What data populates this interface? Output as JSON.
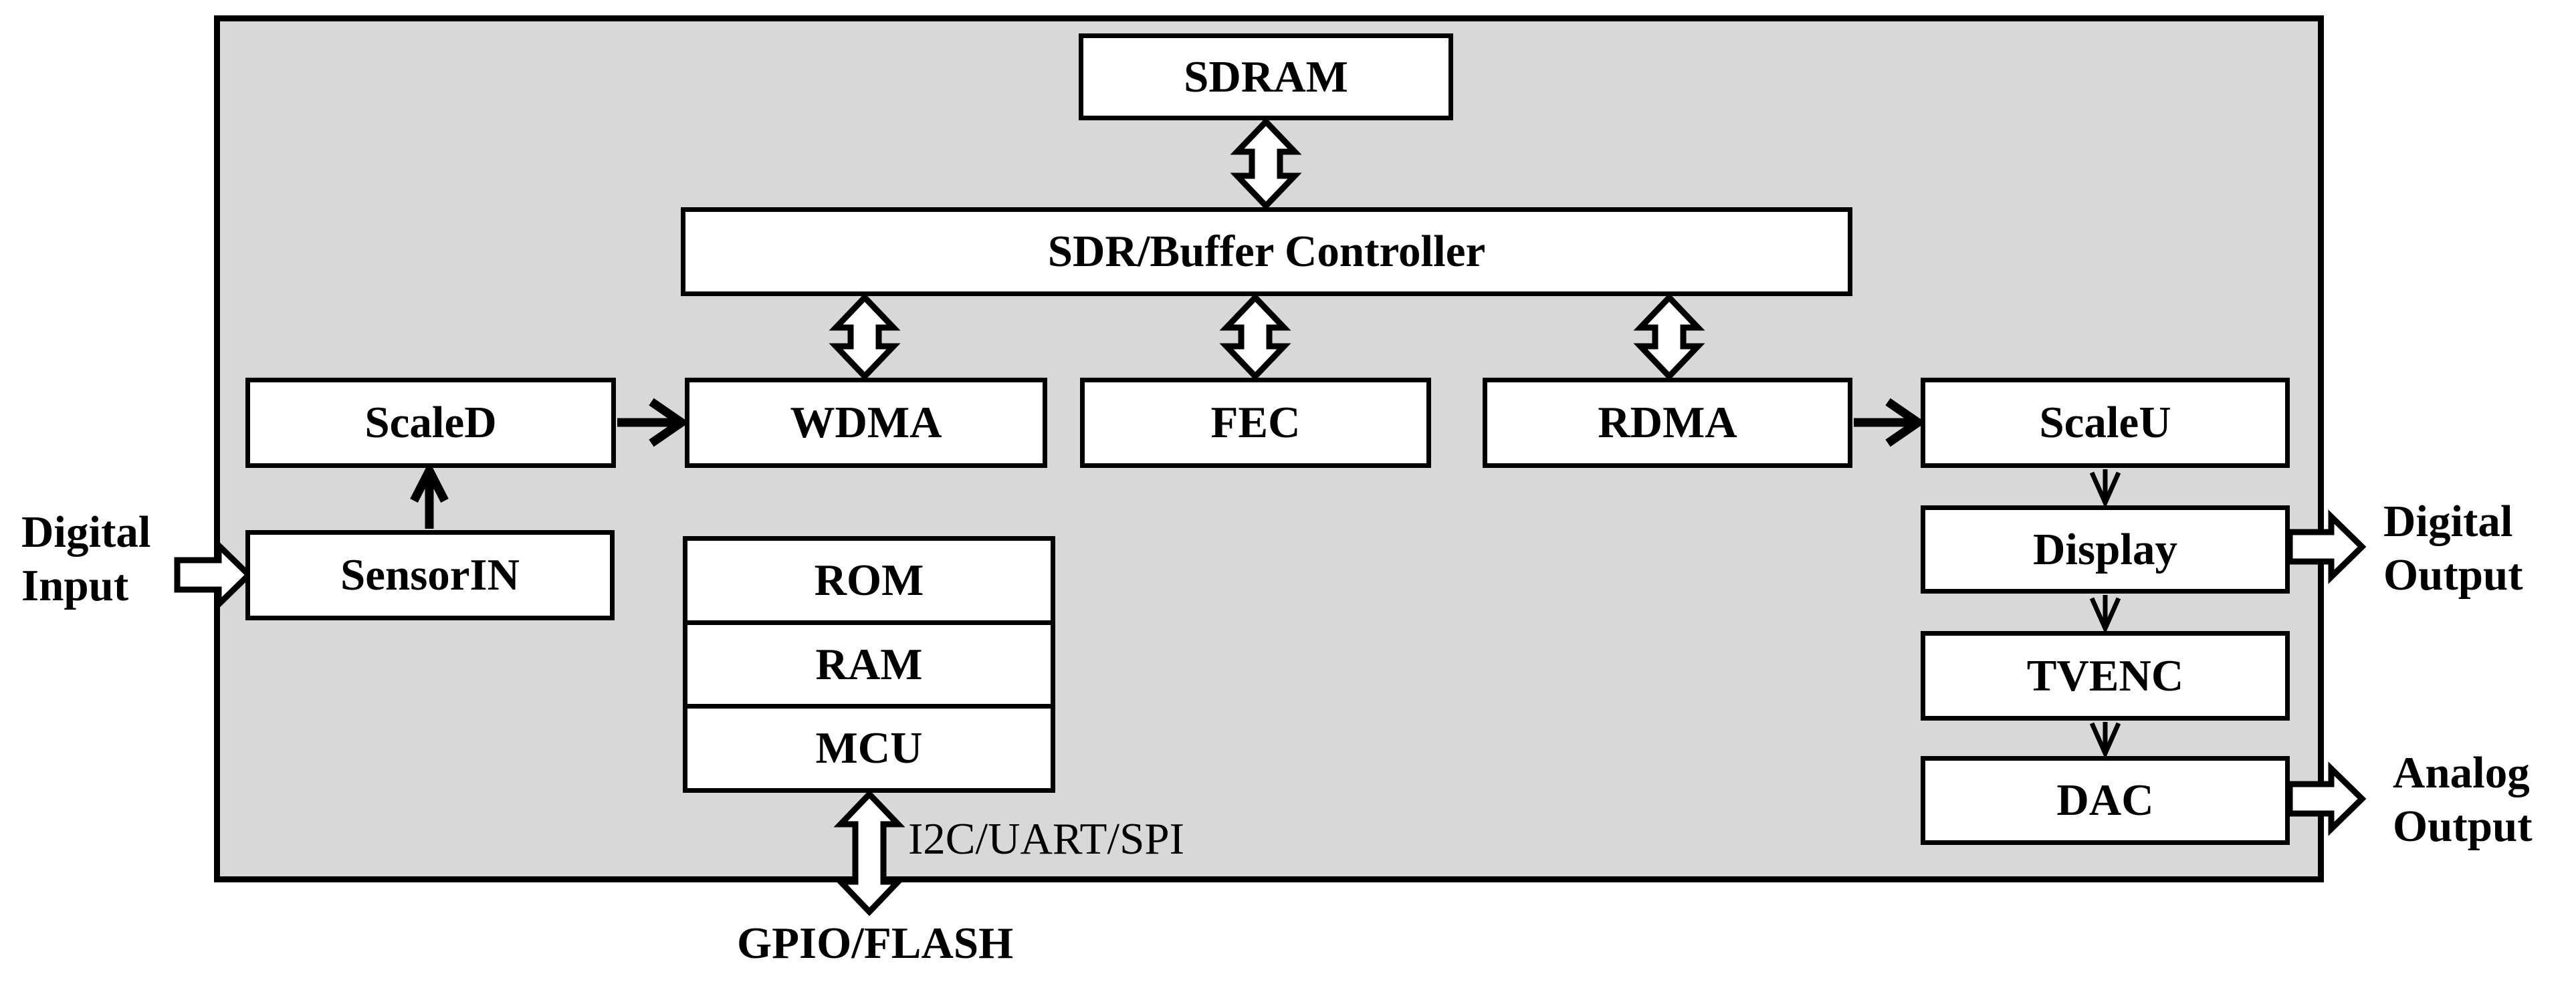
{
  "diagram": {
    "colors": {
      "chip_fill": "#d8d8d8",
      "box_fill": "#ffffff",
      "line": "#000000",
      "page_background": "#ffffff"
    }
  },
  "blocks": {
    "sdram": "SDRAM",
    "controller": "SDR/Buffer Controller",
    "scaled": "ScaleD",
    "wdma": "WDMA",
    "fec": "FEC",
    "rdma": "RDMA",
    "scaleu": "ScaleU",
    "sensorin": "SensorIN",
    "rom": "ROM",
    "ram": "RAM",
    "mcu": "MCU",
    "display": "Display",
    "tvenc": "TVENC",
    "dac": "DAC"
  },
  "labels": {
    "digital_input": {
      "line1": "Digital",
      "line2": "Input"
    },
    "digital_output": {
      "line1": "Digital",
      "line2": "Output"
    },
    "analog_output": {
      "line1": "Analog",
      "line2": "Output"
    },
    "i2c_uart_spi": "I2C/UART/SPI",
    "gpio_flash": "GPIO/FLASH"
  }
}
